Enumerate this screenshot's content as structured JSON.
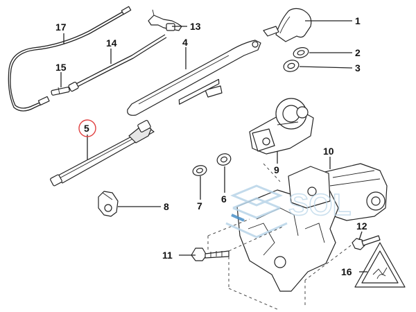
{
  "diagram": {
    "callouts": {
      "p1": "1",
      "p2": "2",
      "p3": "3",
      "p4": "4",
      "p5": "5",
      "p6": "6",
      "p7": "7",
      "p8": "8",
      "p9": "9",
      "p10": "10",
      "p11": "11",
      "p12": "12",
      "p13": "13",
      "p14": "14",
      "p15": "15",
      "p16": "16",
      "p17": "17"
    },
    "highlight_color": "#e04040",
    "watermark": {
      "text": "SOL",
      "color": "#b8d4e8"
    }
  }
}
